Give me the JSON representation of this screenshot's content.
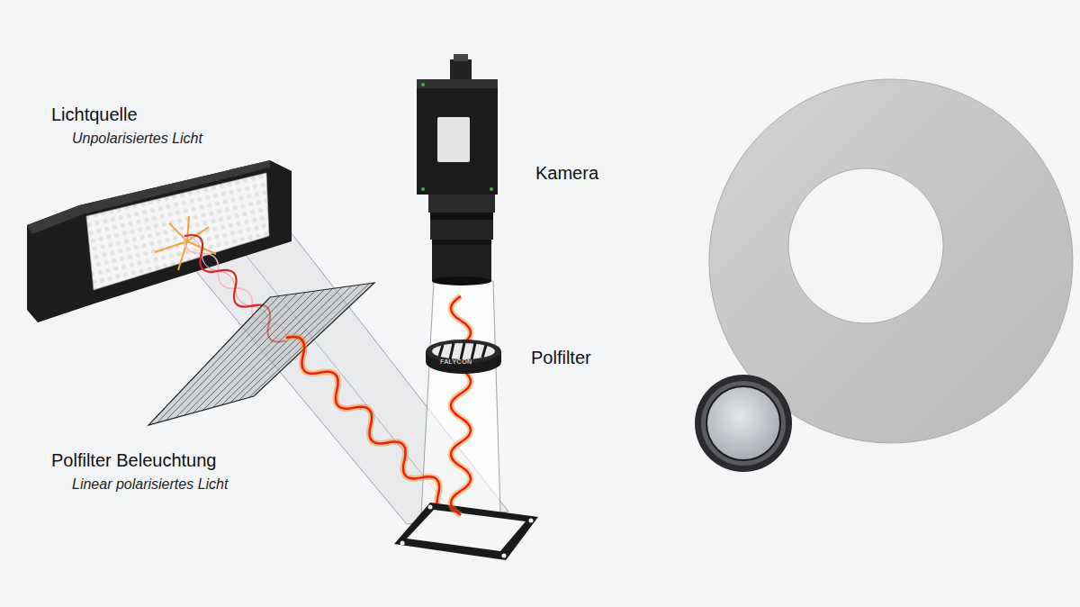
{
  "diagram": {
    "labels": [
      "Lichtquelle",
      "Unpolarisiertes Licht",
      "Kamera",
      "Polfilter",
      "FALYCON",
      "Polfilter Beleuchtung",
      "Linear polarisiertes Licht"
    ]
  }
}
